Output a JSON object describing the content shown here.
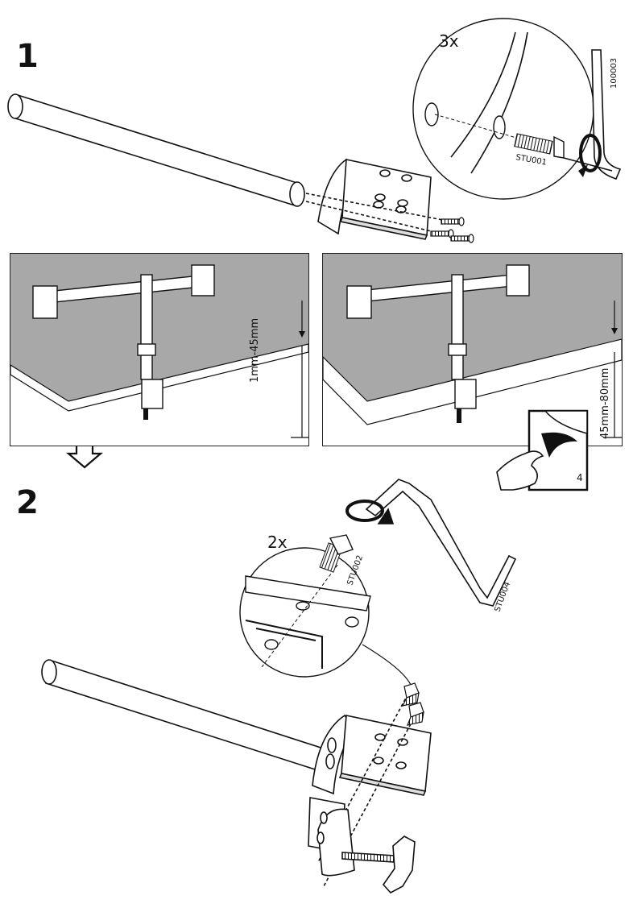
{
  "steps": [
    {
      "number": "1",
      "quantity": "3x",
      "part_codes": [
        "100003",
        "STU001"
      ],
      "panels": [
        {
          "thickness_range": "1mm-45mm"
        },
        {
          "thickness_range": "45mm-80mm"
        }
      ],
      "page_reference": "4"
    },
    {
      "number": "2",
      "quantity": "2x",
      "part_codes": [
        "STU002",
        "STU004"
      ]
    }
  ]
}
